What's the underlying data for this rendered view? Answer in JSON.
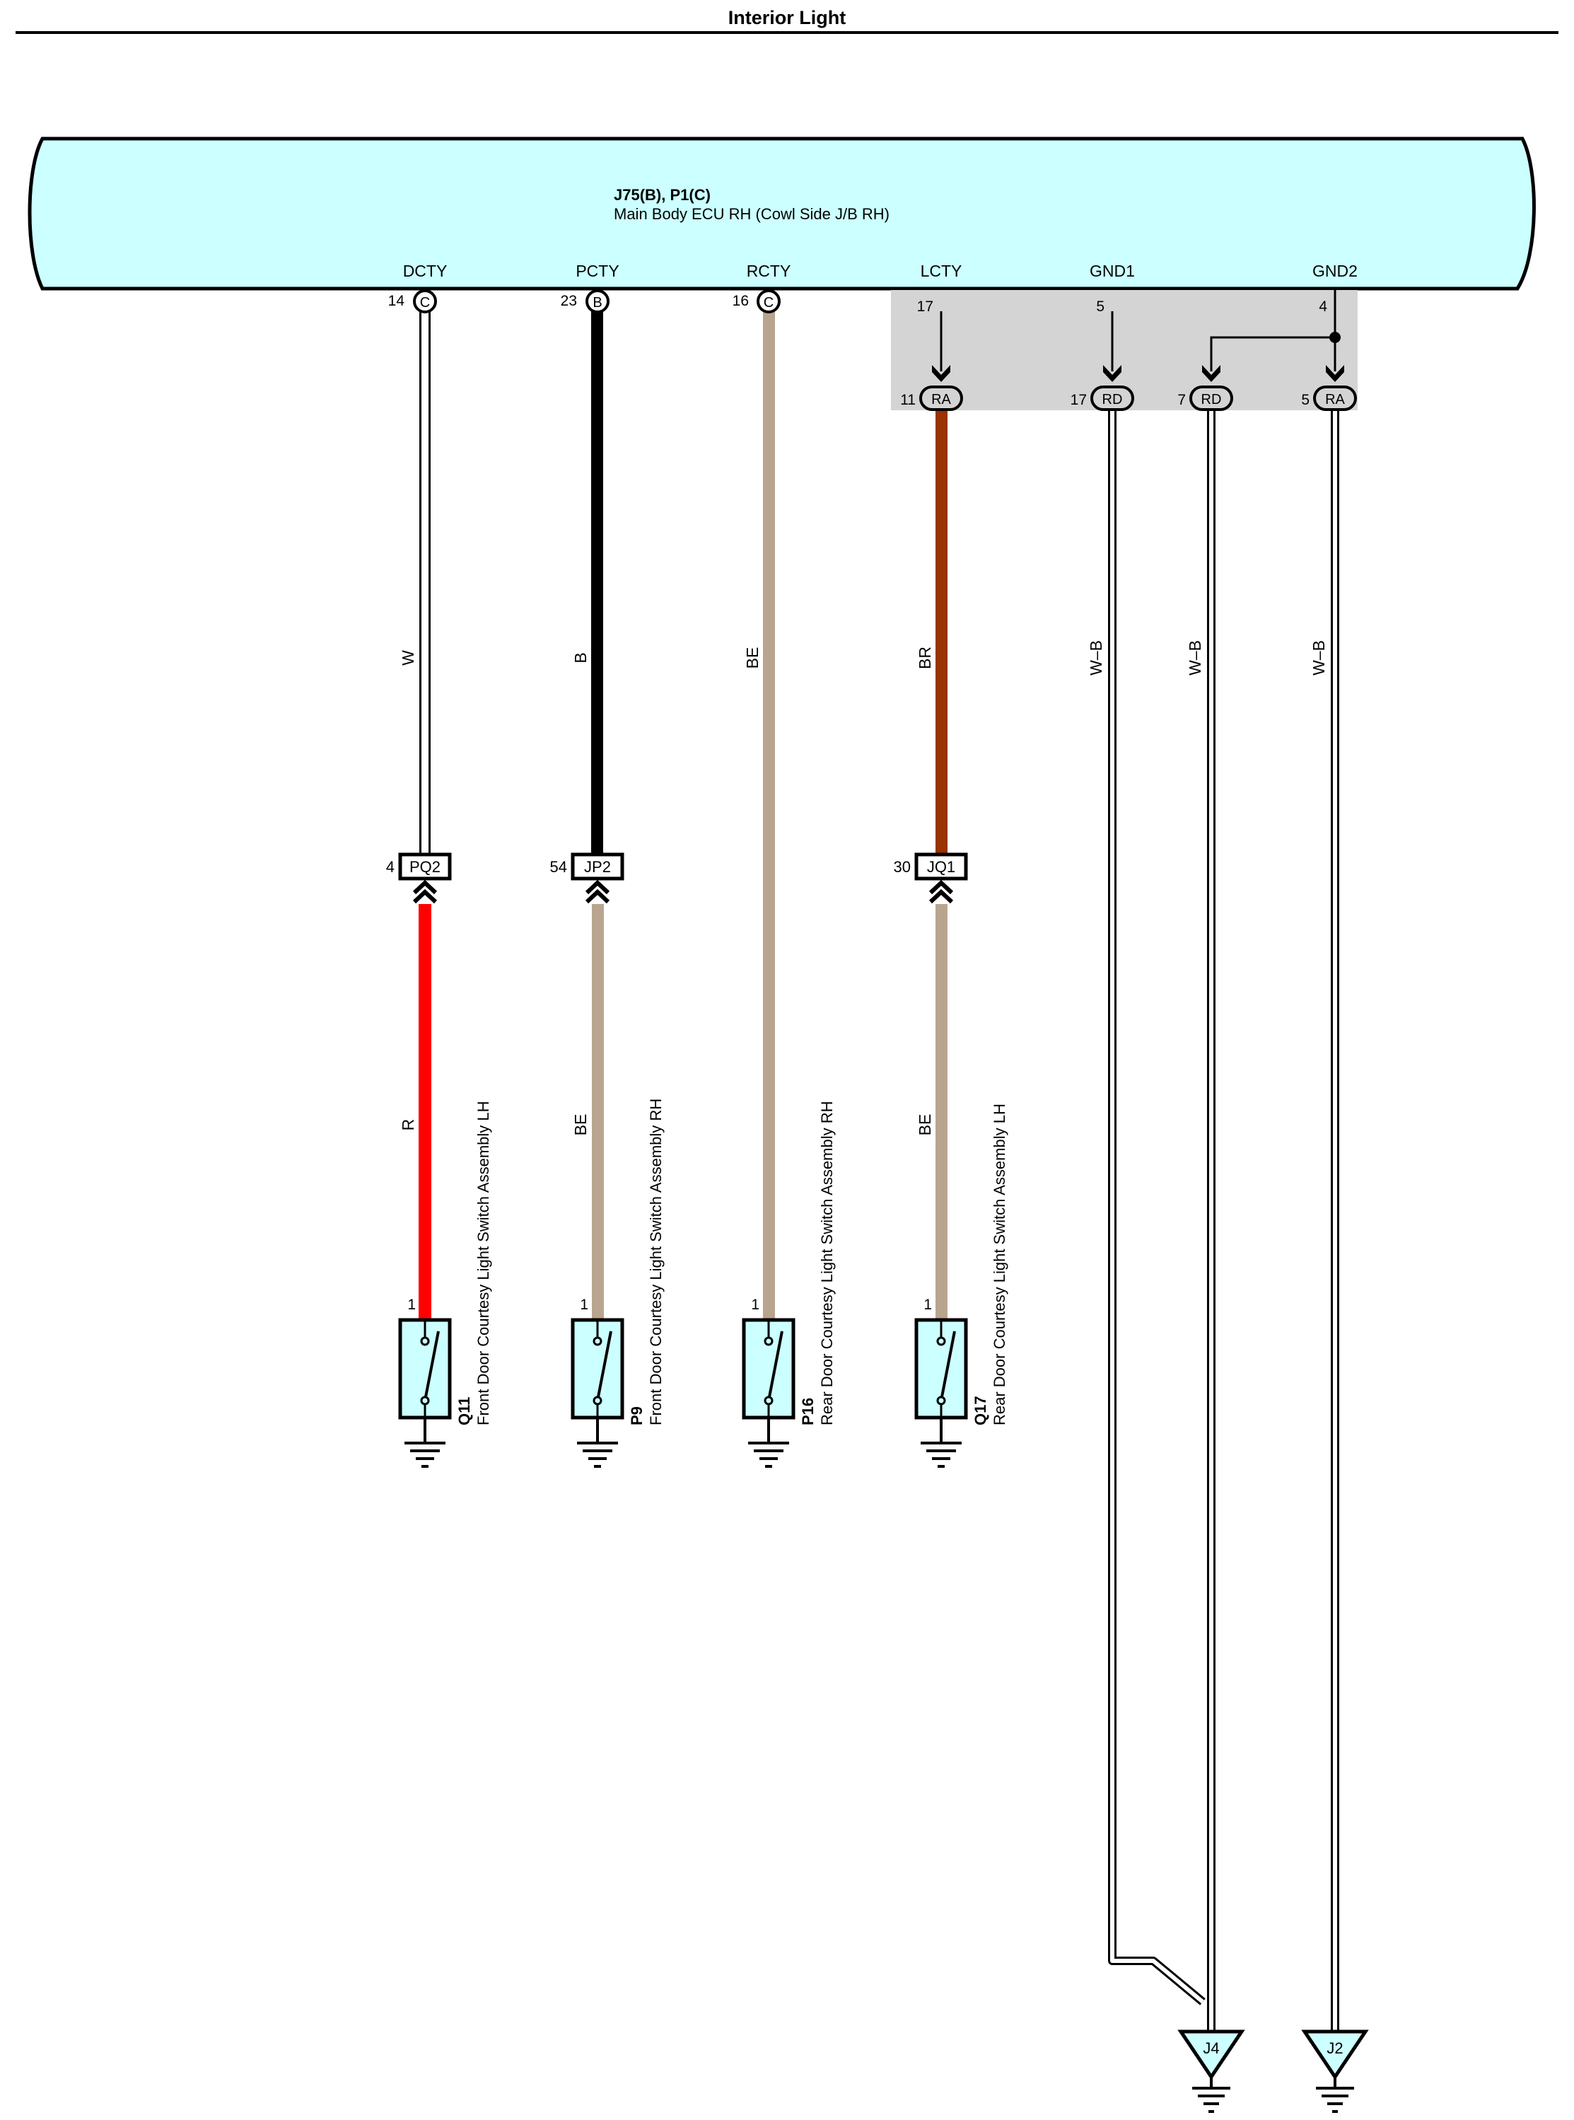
{
  "title": "Interior Light",
  "ecu": {
    "name": "J75(B), P1(C)",
    "description": "Main Body ECU RH (Cowl Side J/B RH)",
    "fill": "#ccffff"
  },
  "terminals": [
    {
      "signal": "DCTY",
      "pin": "14",
      "conn": "C"
    },
    {
      "signal": "PCTY",
      "pin": "23",
      "conn": "B"
    },
    {
      "signal": "RCTY",
      "pin": "16",
      "conn": "C"
    },
    {
      "signal": "LCTY",
      "pin": "17"
    },
    {
      "signal": "GND1",
      "pin": "5"
    },
    {
      "signal": "GND2",
      "pin": "4"
    }
  ],
  "junction_block": {
    "fill": "#d4d4d4",
    "connectors": [
      {
        "pin": "11",
        "conn": "RA"
      },
      {
        "pin": "17",
        "conn": "RD"
      },
      {
        "pin": "7",
        "conn": "RD"
      },
      {
        "pin": "5",
        "conn": "RA"
      }
    ]
  },
  "upper_wires": [
    {
      "color_code": "W",
      "hex": "#ffffff"
    },
    {
      "color_code": "B",
      "hex": "#000000"
    },
    {
      "color_code": "BE",
      "hex": "#b9a58f"
    },
    {
      "color_code": "BR",
      "hex": "#993300"
    },
    {
      "color_code": "W–B",
      "hex": "#ffffff"
    },
    {
      "color_code": "W–B",
      "hex": "#ffffff"
    },
    {
      "color_code": "W–B",
      "hex": "#ffffff"
    }
  ],
  "inline_connectors": [
    {
      "pin": "4",
      "conn": "PQ2"
    },
    {
      "pin": "54",
      "conn": "JP2"
    },
    {
      "pin": "30",
      "conn": "JQ1"
    }
  ],
  "lower_wires": [
    {
      "color_code": "R",
      "hex": "#ff0000"
    },
    {
      "color_code": "BE",
      "hex": "#b9a58f"
    },
    {
      "color_code": "BE",
      "hex": "#b9a58f"
    }
  ],
  "switches": [
    {
      "pin": "1",
      "code": "Q11",
      "name": "Front Door Courtesy Light Switch Assembly LH"
    },
    {
      "pin": "1",
      "code": "P9",
      "name": "Front Door Courtesy Light Switch Assembly RH"
    },
    {
      "pin": "1",
      "code": "P16",
      "name": "Rear Door Courtesy Light Switch Assembly RH"
    },
    {
      "pin": "1",
      "code": "Q17",
      "name": "Rear Door Courtesy Light Switch Assembly LH"
    }
  ],
  "grounds": [
    {
      "label": "J4"
    },
    {
      "label": "J2"
    }
  ]
}
